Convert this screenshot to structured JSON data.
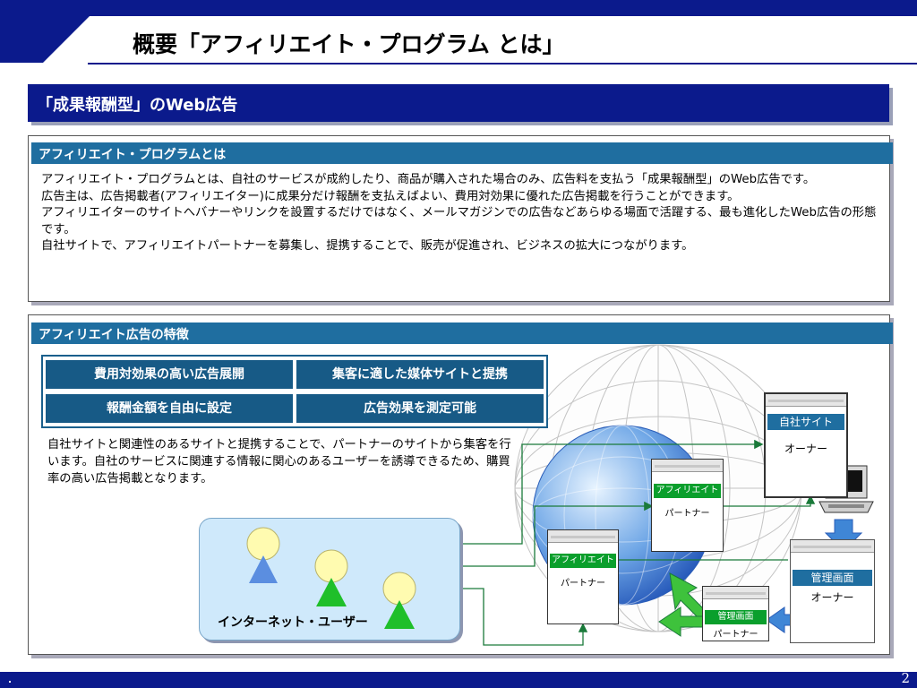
{
  "slide": {
    "title": "概要「アフィリエイト・プログラム とは」",
    "page_number": "2"
  },
  "section": {
    "banner": "「成果報酬型」のWeb広告"
  },
  "panel_intro": {
    "heading": "アフィリエイト・プログラムとは",
    "paragraphs": [
      "アフィリエイト・プログラムとは、自社のサービスが成約したり、商品が購入された場合のみ、広告料を支払う「成果報酬型」のWeb広告です。",
      "広告主は、広告掲載者(アフィリエイター)に成果分だけ報酬を支払えばよい、費用対効果に優れた広告掲載を行うことができます。",
      "アフィリエイターのサイトへバナーやリンクを設置するだけではなく、メールマガジンでの広告などあらゆる場面で活躍する、最も進化したWeb広告の形態です。",
      "自社サイトで、アフィリエイトパートナーを募集し、提携することで、販売が促進され、ビジネスの拡大につながります。"
    ]
  },
  "panel_features": {
    "heading": "アフィリエイト広告の特徴",
    "features": [
      "費用対効果の高い広告展開",
      "集客に適した媒体サイトと提携",
      "報酬金額を自由に設定",
      "広告効果を測定可能"
    ],
    "description": "自社サイトと関連性のあるサイトと提携することで、パートナーのサイトから集客を行います。自社のサービスに関連する情報に関心のあるユーザーを誘導できるため、購買率の高い広告掲載となります。"
  },
  "diagram": {
    "users_label": "インターネット・ユーザー",
    "own_site": {
      "bar": "自社サイト",
      "owner": "オーナー"
    },
    "affiliate_site_1": {
      "bar": "アフィリエイト",
      "owner": "パートナー"
    },
    "affiliate_site_2": {
      "bar": "アフィリエイト",
      "owner": "パートナー"
    },
    "admin_partner": {
      "bar": "管理画面",
      "owner": "パートナー"
    },
    "admin_owner": {
      "bar": "管理画面",
      "owner": "オーナー"
    }
  },
  "colors": {
    "navy": "#0b1a8c",
    "panel_header": "#1f6ea0",
    "feature_cell": "#175a86",
    "affiliate_green": "#0a9f2c",
    "user_box": "#cfe9fb"
  }
}
